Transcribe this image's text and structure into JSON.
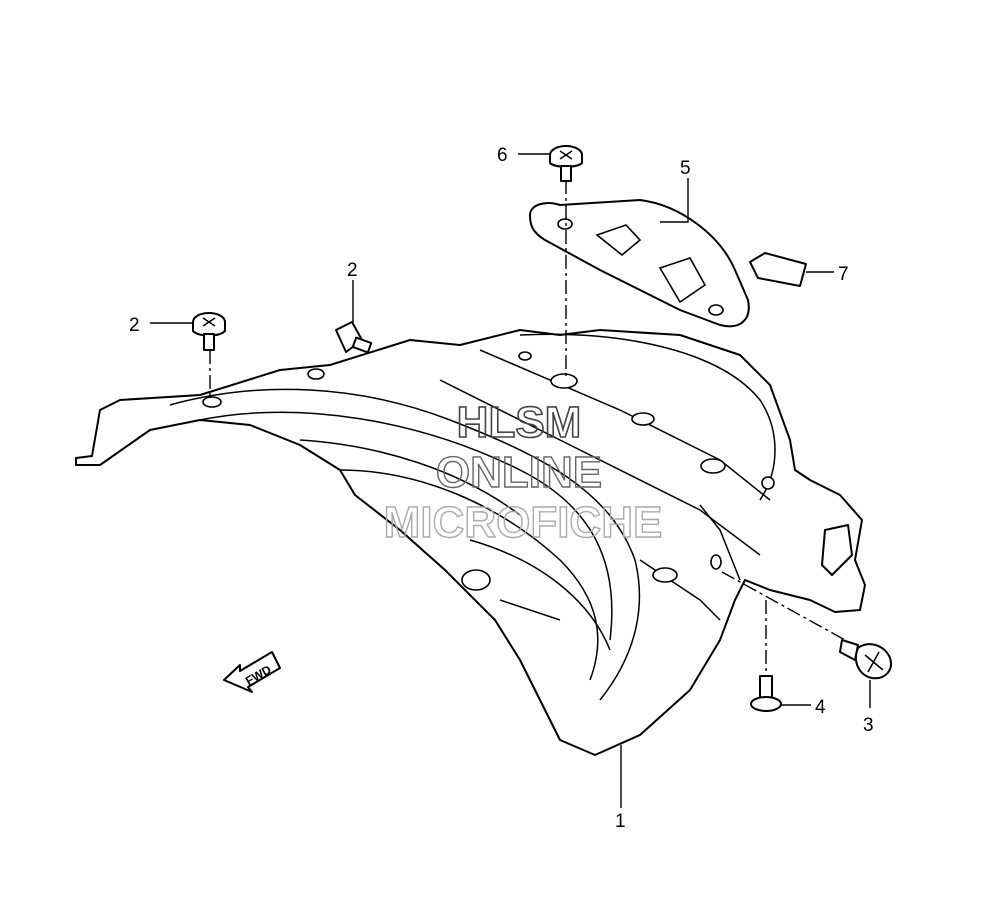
{
  "callouts": {
    "c1": "1",
    "c2a": "2",
    "c2b": "2",
    "c3": "3",
    "c4": "4",
    "c5": "5",
    "c6": "6",
    "c7": "7"
  },
  "watermark": {
    "line1": "HLSM",
    "line2": "ONLINE",
    "line3": "MICROFICHE"
  },
  "fwd_label": "FWD"
}
